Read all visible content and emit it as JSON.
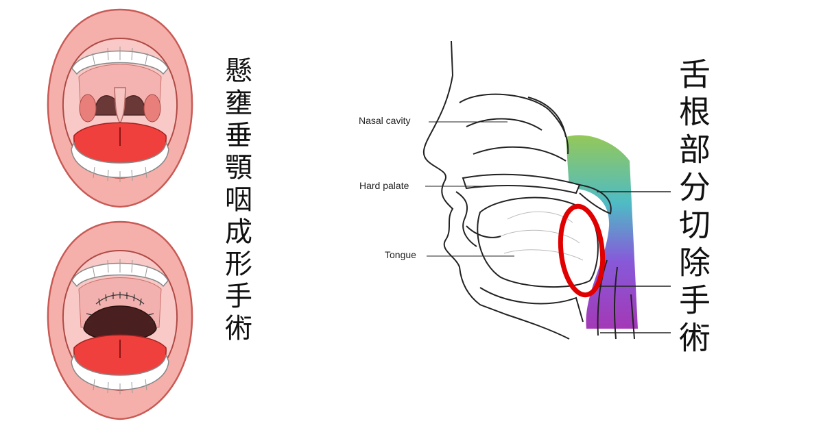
{
  "left_caption": "懸壅垂顎咽成形手術",
  "right_caption": "舌根部分切除手術",
  "anatomy_labels": {
    "nasal_cavity": "Nasal cavity",
    "hard_palate": "Hard palate",
    "tongue": "Tongue"
  },
  "colors": {
    "lips": "#f4a4a0",
    "tongue": "#f0403d",
    "throat": "#8a4040",
    "highlight_ring": "#e00000",
    "airway_gradient": [
      "#8bc34a",
      "#3fb6c0",
      "#7c4bd6",
      "#9c27b0"
    ]
  },
  "illustrations": {
    "mouth_before": "open-mouth-with-uvula-icon",
    "mouth_after": "open-mouth-post-surgery-icon",
    "head_section": "sagittal-head-section-icon"
  }
}
